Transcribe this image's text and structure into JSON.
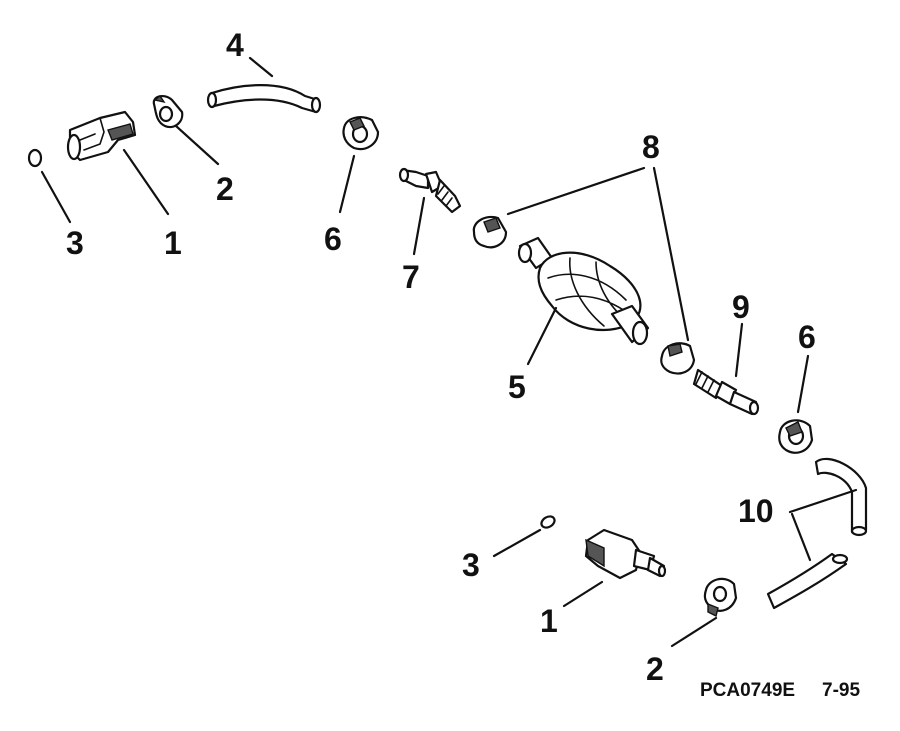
{
  "callouts": {
    "c1a": "1",
    "c2a": "2",
    "c3a": "3",
    "c4": "4",
    "c5": "5",
    "c6a": "6",
    "c6b": "6",
    "c7": "7",
    "c8": "8",
    "c9": "9",
    "c10": "10",
    "c1b": "1",
    "c2b": "2",
    "c3b": "3"
  },
  "caption": {
    "code": "PCA0749E",
    "date": "7-95"
  }
}
